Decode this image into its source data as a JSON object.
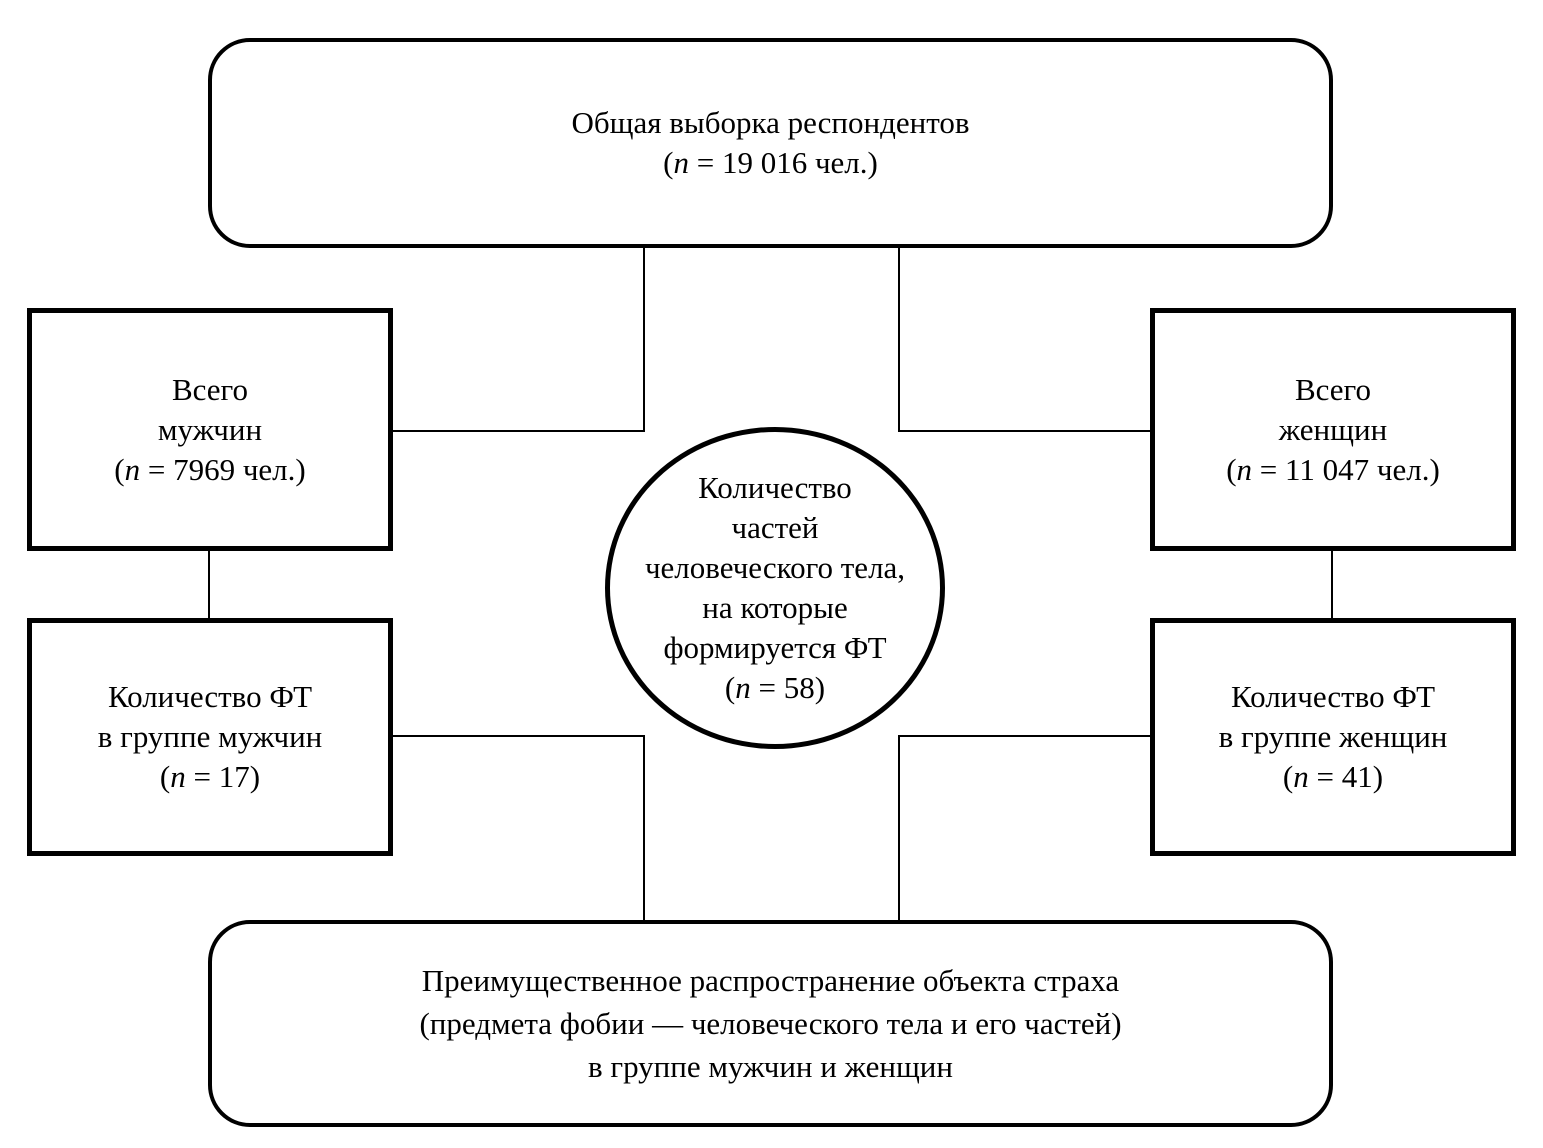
{
  "diagram": {
    "nodes": {
      "total": {
        "lines": [
          "Общая выборка респондентов"
        ],
        "n": {
          "open": "(",
          "sym": "n",
          "rest": " = 19 016 чел.)"
        }
      },
      "men": {
        "lines": [
          "Всего",
          "мужчин"
        ],
        "n": {
          "open": "(",
          "sym": "n",
          "rest": " = 7969 чел.)"
        }
      },
      "women": {
        "lines": [
          "Всего",
          "женщин"
        ],
        "n": {
          "open": "(",
          "sym": "n",
          "rest": " = 11 047 чел.)"
        }
      },
      "body_parts": {
        "lines": [
          "Количество",
          "частей",
          "человеческого тела,",
          "на которые",
          "формируется ФТ"
        ],
        "n": {
          "open": "(",
          "sym": "n",
          "rest": " = 58)"
        }
      },
      "ft_men": {
        "lines": [
          "Количество ФТ",
          "в группе мужчин"
        ],
        "n": {
          "open": "(",
          "sym": "n",
          "rest": " = 17)"
        }
      },
      "ft_women": {
        "lines": [
          "Количество ФТ",
          "в группе женщин"
        ],
        "n": {
          "open": "(",
          "sym": "n",
          "rest": " = 41)"
        }
      },
      "distribution": {
        "lines": [
          "Преимущественное распространение объекта страха",
          "(предмета фобии — человеческого тела и его частей)",
          "в группе мужчин и женщин"
        ]
      }
    },
    "colors": {
      "line": "#000000",
      "background": "#ffffff",
      "text": "#000000"
    }
  }
}
